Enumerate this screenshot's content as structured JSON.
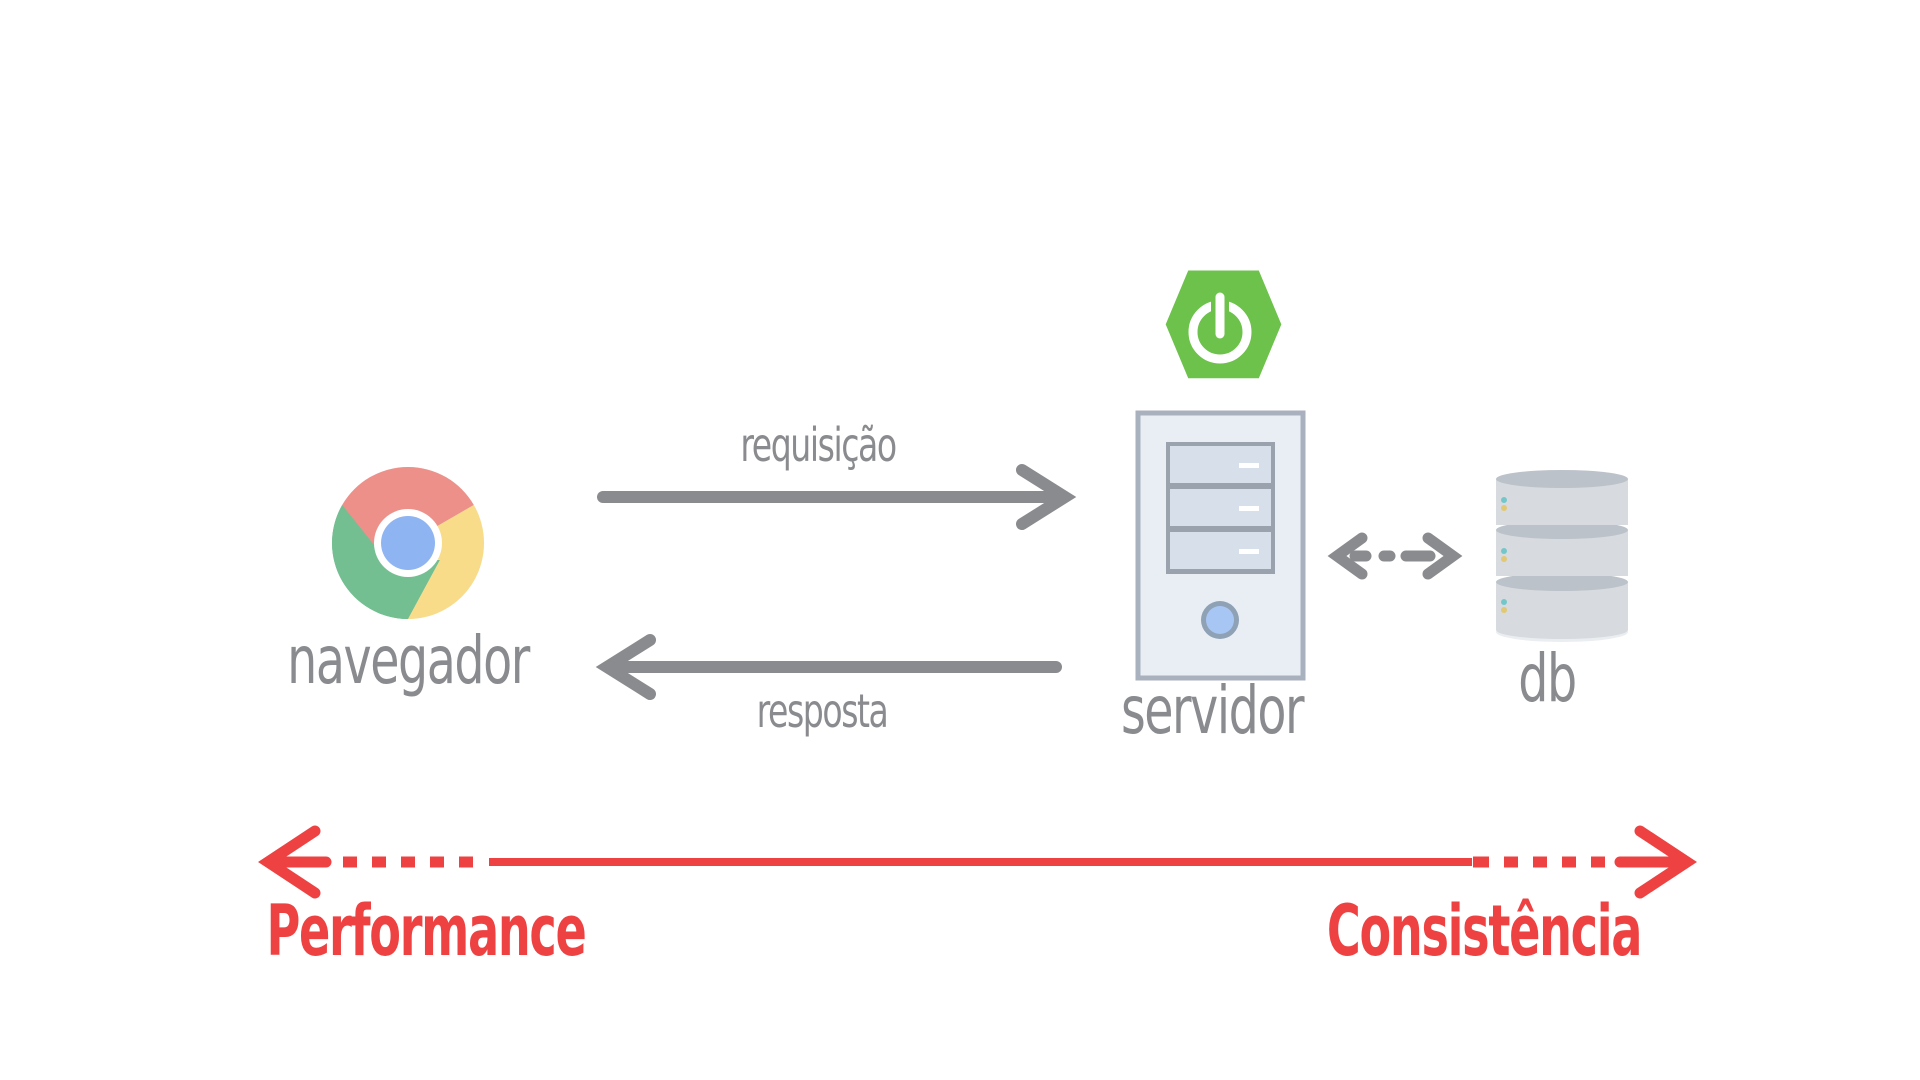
{
  "nodes": {
    "browser": {
      "label": "navegador",
      "icon": "chrome-icon"
    },
    "server": {
      "label": "servidor",
      "icon": "server-tower-icon",
      "badge_icon": "spring-power-icon"
    },
    "database": {
      "label": "db",
      "icon": "database-icon"
    }
  },
  "edges": {
    "request": {
      "label": "requisição",
      "direction": "browser-to-server"
    },
    "response": {
      "label": "resposta",
      "direction": "server-to-browser"
    },
    "server_db": {
      "label": "",
      "direction": "bidirectional",
      "style": "dotted"
    }
  },
  "tradeoff": {
    "left_label": "Performance",
    "right_label": "Consistência",
    "color": "#ee4242"
  },
  "colors": {
    "arrow_gray": "#8a8b8f",
    "label_gray": "#8a8b8f",
    "spring_green": "#6cc24a",
    "chrome_red": "#db4437",
    "chrome_green": "#0f9d58",
    "chrome_yellow": "#f4b400",
    "chrome_blue": "#4285f4"
  }
}
